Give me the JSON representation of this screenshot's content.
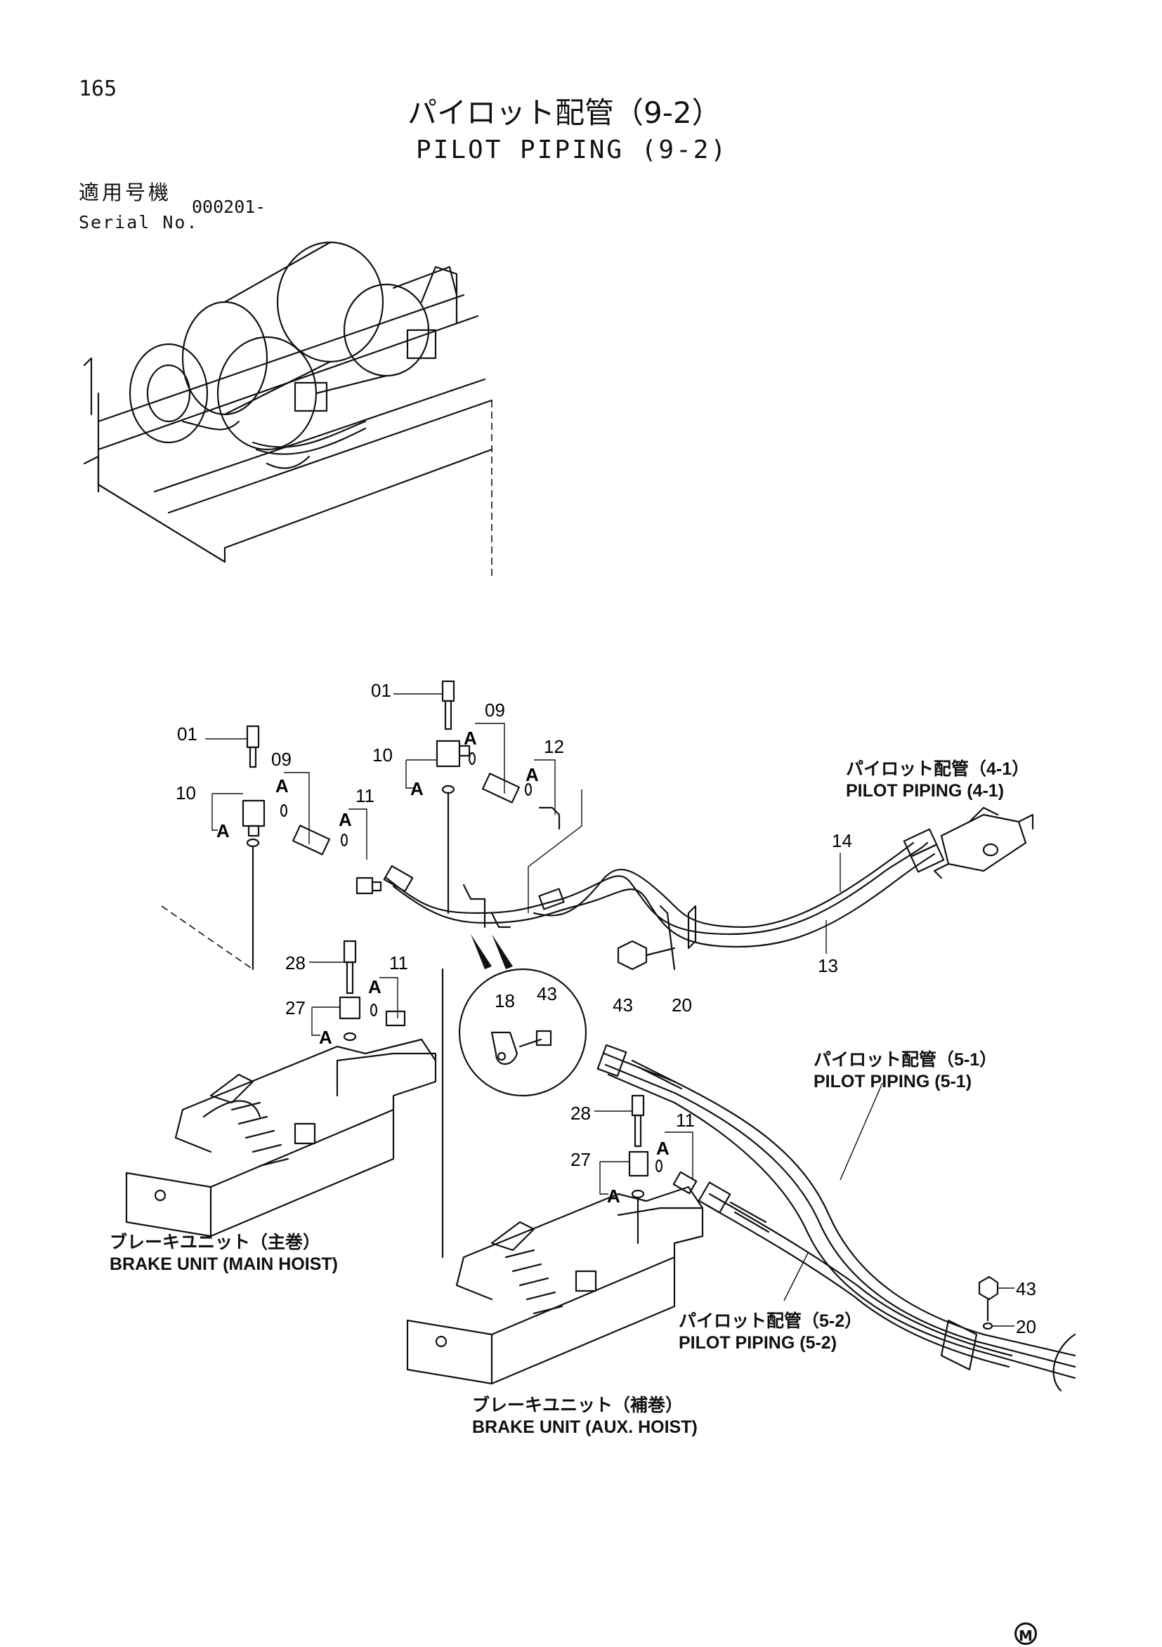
{
  "page": {
    "number": "165",
    "title_jp": "パイロット配管（9-2）",
    "title_en": "PILOT PIPING (9-2)",
    "serial_label_jp": "適用号機",
    "serial_label_en": "Serial No.",
    "serial_value": "000201-",
    "corner_mark": "M"
  },
  "part_labels": {
    "p01_a": "01",
    "p01_b": "01",
    "p09_a": "09",
    "p09_b": "09",
    "p10_a": "10",
    "p10_b": "10",
    "p11_a": "11",
    "p11_b": "11",
    "p11_c": "11",
    "p12": "12",
    "p13": "13",
    "p14": "14",
    "p18": "18",
    "p20_a": "20",
    "p20_b": "20",
    "p27_a": "27",
    "p27_b": "27",
    "p28_a": "28",
    "p28_b": "28",
    "p43_a": "43",
    "p43_b": "43",
    "p43_c": "43",
    "a1": "A",
    "a2": "A",
    "a3": "A",
    "a4": "A",
    "a5": "A",
    "a6": "A",
    "a7": "A",
    "a8": "A",
    "a9": "A",
    "a10": "A"
  },
  "captions": {
    "pilot_4_1_jp": "パイロット配管（4-1）",
    "pilot_4_1_en": "PILOT PIPING (4-1)",
    "pilot_5_1_jp": "パイロット配管（5-1）",
    "pilot_5_1_en": "PILOT PIPING (5-1)",
    "pilot_5_2_jp": "パイロット配管（5-2）",
    "pilot_5_2_en": "PILOT PIPING (5-2)",
    "brake_main_jp": "ブレーキユニット（主巻）",
    "brake_main_en": "BRAKE UNIT (MAIN HOIST)",
    "brake_aux_jp": "ブレーキユニット（補巻）",
    "brake_aux_en": "BRAKE UNIT (AUX. HOIST)"
  }
}
